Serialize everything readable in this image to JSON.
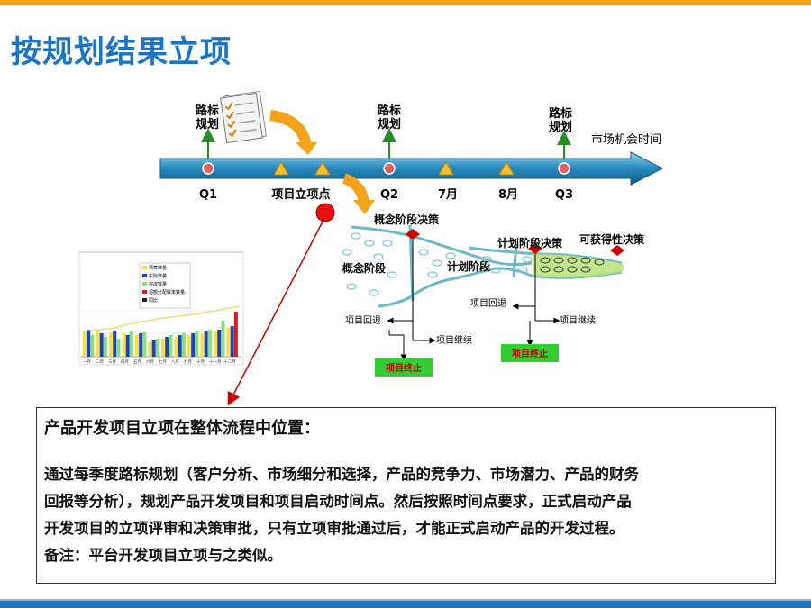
{
  "title": "按规划结果立项",
  "timeline": {
    "roadmap_labels": [
      "路标\n规划",
      "路标\n规划",
      "路标\n规划"
    ],
    "roadmap_line1": "路标",
    "roadmap_line2": "规划",
    "market_time": "市场机会时间",
    "milestones": [
      "Q1",
      "项目立项点",
      "Q2",
      "7月",
      "8月",
      "Q3"
    ]
  },
  "process": {
    "concept_decision": "概念阶段决策",
    "plan_decision": "计划阶段决策",
    "availability_decision": "可获得性决策",
    "concept_phase": "概念阶段",
    "plan_phase": "计划阶段",
    "project_return_1": "项目回退",
    "project_continue_1": "项目继续",
    "project_terminate_1": "项目终止",
    "project_return_2": "项目回退",
    "project_continue_2": "项目继续",
    "project_terminate_2": "项目终止"
  },
  "mini_chart": {
    "legend": [
      "预算数量",
      "实际数量",
      "完成数量",
      "超额分配收率数量",
      "同比"
    ],
    "categories": [
      "一月",
      "二月",
      "三月",
      "四月",
      "五月",
      "六月",
      "七月",
      "八月",
      "九月",
      "十月",
      "十一月",
      "十二月"
    ]
  },
  "panel": {
    "heading": "产品开发项目立项在整体流程中位置：",
    "line1": "通过每季度路标规划（客户分析、市场细分和选择，产品的竞争力、市场潜力、产品的财务",
    "line2": "回报等分析），规划产品开发项目和项目启动时间点。然后按照时间点要求，正式启动产品",
    "line3": "开发项目的立项评审和决策审批，只有立项审批通过后，才能正式启动产品的开发过程。",
    "line4": "备注：平台开发项目立项与之类似。"
  },
  "colors": {
    "title": "#1b75c4",
    "accent_orange": "#f5a31a",
    "timeline_blue": "#2b8fc2",
    "terminate_green": "#33cc33",
    "decision_red": "#cc0000"
  }
}
